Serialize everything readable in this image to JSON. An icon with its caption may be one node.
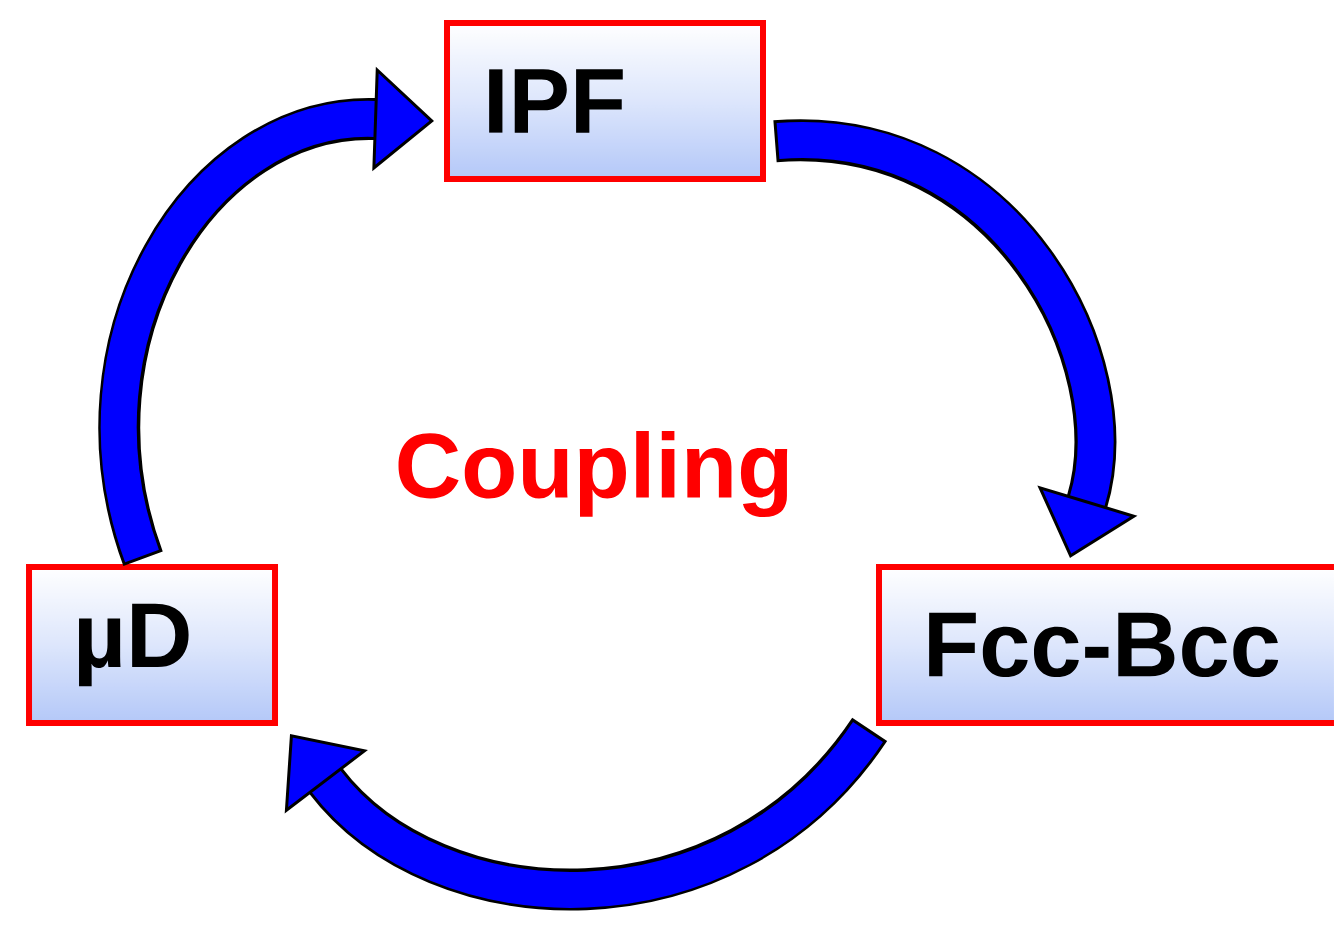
{
  "diagram": {
    "nodes": [
      {
        "text": [
          "IPF"
        ]
      },
      {
        "text": [
          "µD"
        ]
      },
      {
        "text": [
          "Fcc-Bcc"
        ]
      }
    ],
    "edges": [
      {
        "from": 0,
        "to": 2,
        "arrow": "to"
      },
      {
        "from": 2,
        "to": 1,
        "arrow": "to"
      },
      {
        "from": 1,
        "to": 0,
        "arrow": "to"
      }
    ],
    "labels": [
      "Coupling"
    ]
  }
}
